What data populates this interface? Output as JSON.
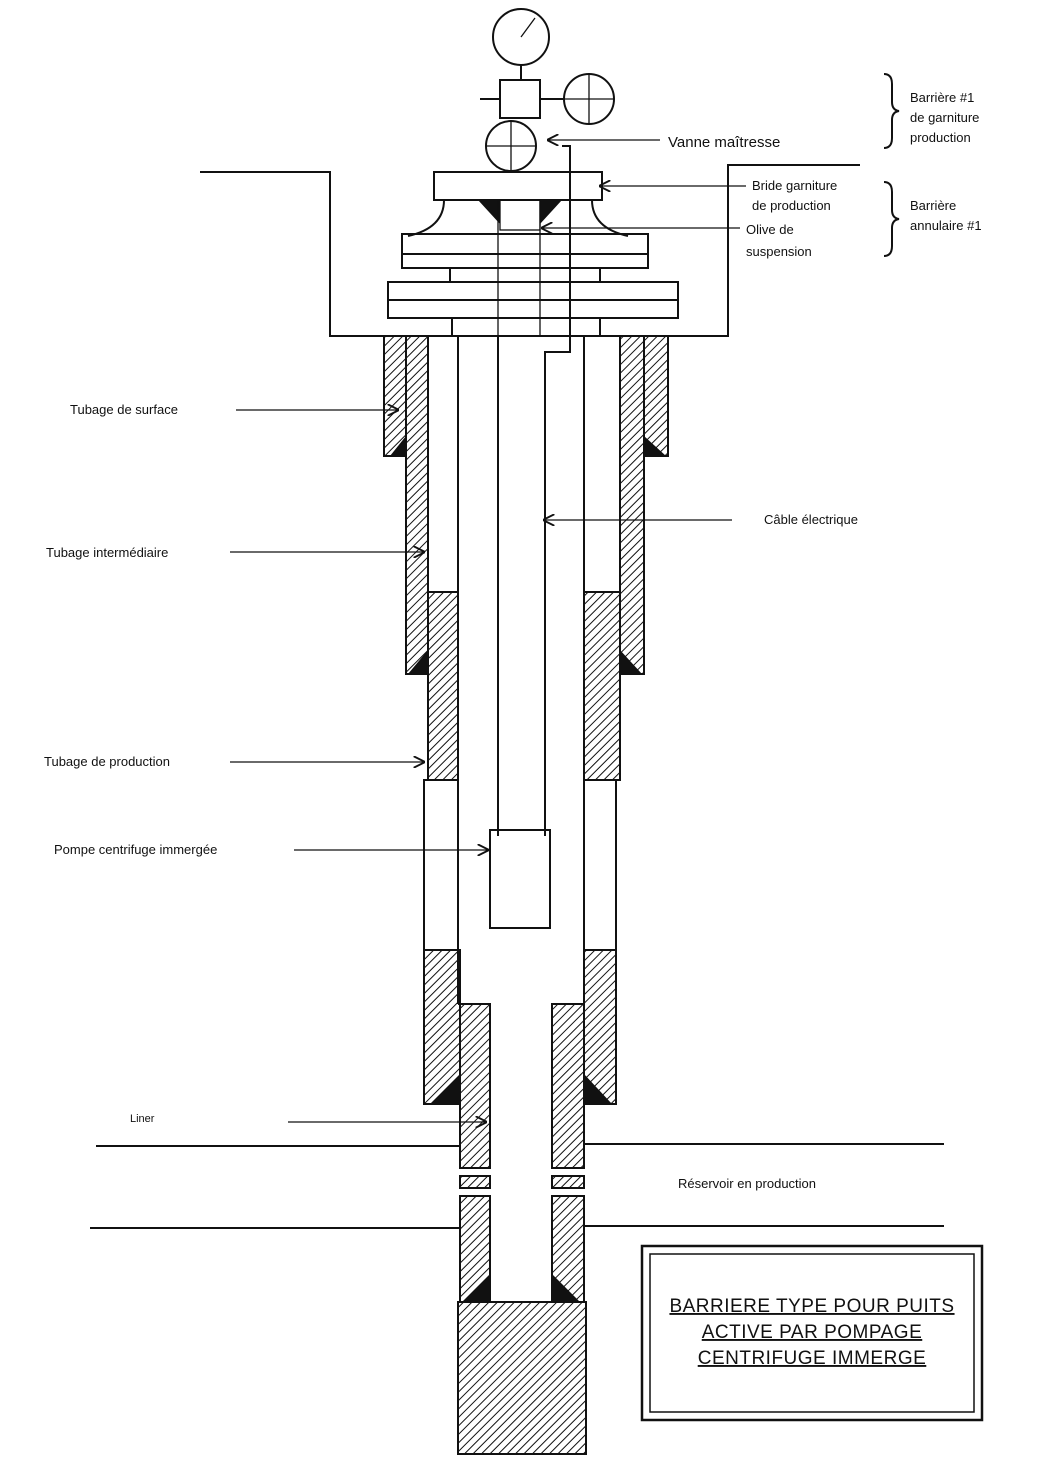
{
  "labels": {
    "barrier1_line1": "Barrière #1",
    "barrier1_line2": "de garniture",
    "barrier1_line3": "production",
    "master_valve": "Vanne maîtresse",
    "flange_line1": "Bride garniture",
    "flange_line2": "de production",
    "hanger_line1": "Olive de",
    "hanger_line2": "suspension",
    "annular_line1": "Barrière",
    "annular_line2": "annulaire #1",
    "surface_casing": "Tubage de surface",
    "electric_cable": "Câble électrique",
    "intermediate_casing": "Tubage intermédiaire",
    "production_casing": "Tubage de production",
    "esp_pump": "Pompe centrifuge immergée",
    "liner": "Liner",
    "reservoir": "Réservoir en production"
  },
  "title_box": {
    "line1": "BARRIERE TYPE POUR PUITS",
    "line2": "ACTIVE PAR POMPAGE",
    "line3": "CENTRIFUGE IMMERGE"
  }
}
